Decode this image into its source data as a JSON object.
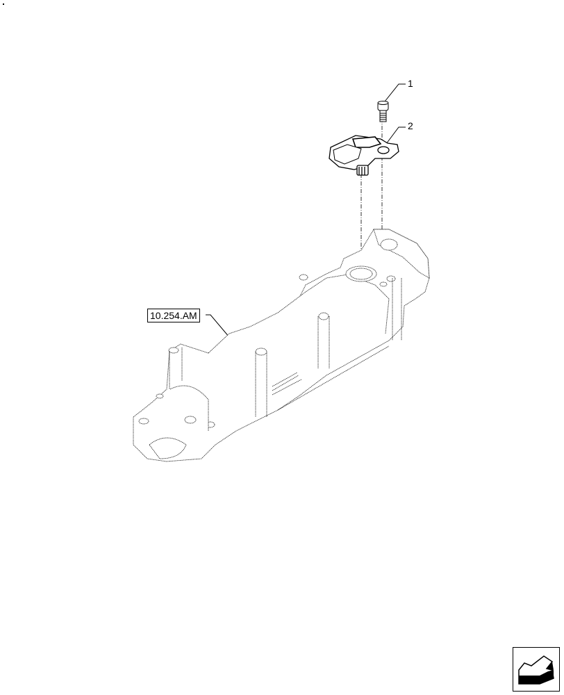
{
  "diagram": {
    "type": "exploded-parts-illustration",
    "subject": "intake manifold with pressure sensor",
    "callouts": [
      {
        "id": "1",
        "label": "1",
        "part": "screw"
      },
      {
        "id": "2",
        "label": "2",
        "part": "sensor"
      }
    ],
    "reference": {
      "label": "10.254.AM",
      "part": "intake manifold"
    },
    "navigation": {
      "icon": "previous-page-arrow-icon"
    },
    "colors": {
      "line": "#000000",
      "background": "#ffffff",
      "hidden_line": "#555555"
    }
  }
}
